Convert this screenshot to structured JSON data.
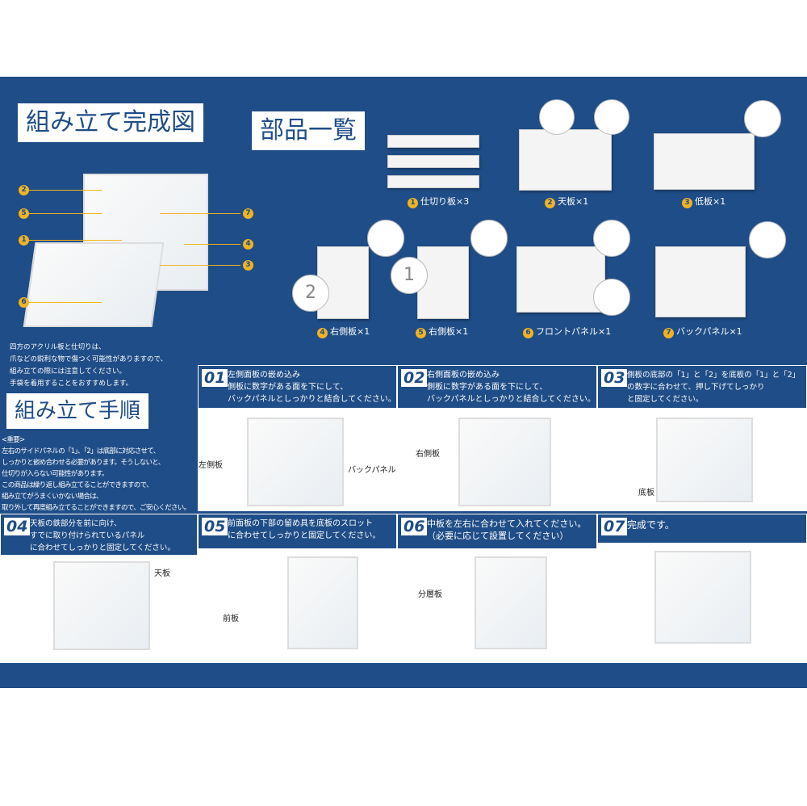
{
  "completed_title": "組み立て完成図",
  "parts_title": "部品一覧",
  "steps_title": "組み立て手順",
  "callouts": [
    "1",
    "2",
    "3",
    "4",
    "5",
    "6",
    "7"
  ],
  "caution": "四方のアクリル板と仕切りは、\n爪などの鋭利な物で傷つく可能性がありますので、\n組み立ての際には注意してください。\n手袋を着用することをおすすめします。",
  "important": "<重要>\n左右のサイドパネルの「1」、「2」は底部に対応させて、\nしっかりと嵌め合わせる必要があります。そうしないと、\n仕切りが入らない可能性があります。\nこの商品は繰り返し組み立てることができますので、\n組み立てがうまくいかない場合は、\n取り外して再度組み立てることができますので、ご安心ください。",
  "parts": [
    {
      "num": "1",
      "label": "仕切り板×3"
    },
    {
      "num": "2",
      "label": "天板×1"
    },
    {
      "num": "3",
      "label": "低板×1"
    },
    {
      "num": "4",
      "label": "右側板×1"
    },
    {
      "num": "5",
      "label": "右側板×1"
    },
    {
      "num": "6",
      "label": "フロントパネル×1"
    },
    {
      "num": "7",
      "label": "バックパネル×1"
    }
  ],
  "steps": [
    {
      "no": "01",
      "text": "左側面板の嵌め込み\n側板に数字がある面を下にして、\nバックパネルとしっかりと結合してください。",
      "labels": [
        "左側板",
        "バックパネル"
      ]
    },
    {
      "no": "02",
      "text": "右側面板の嵌め込み\n側板に数字がある面を下にして、\nバックパネルとしっかりと結合してください。",
      "labels": [
        "右側板"
      ]
    },
    {
      "no": "03",
      "text": "側板の底部の「1」と「2」を底板の「1」と「2」\nの数字に合わせて、押し下げてしっかり\nと固定してください。",
      "labels": [
        "底板"
      ]
    },
    {
      "no": "04",
      "text": "天板の鉄部分を前に向け、\nすでに取り付けられているパネル\nに合わせてしっかりと固定してください。",
      "labels": [
        "天板"
      ]
    },
    {
      "no": "05",
      "text": "前面板の下部の留め具を底板のスロット\nに合わせてしっかりと固定してください。",
      "labels": [
        "前板"
      ]
    },
    {
      "no": "06",
      "text": "中板を左右に合わせて入れてください。\n（必要に応じて設置してください）",
      "labels": [
        "分層板"
      ]
    },
    {
      "no": "07",
      "text": "完成です。",
      "labels": []
    }
  ],
  "digits": [
    "1",
    "2"
  ]
}
